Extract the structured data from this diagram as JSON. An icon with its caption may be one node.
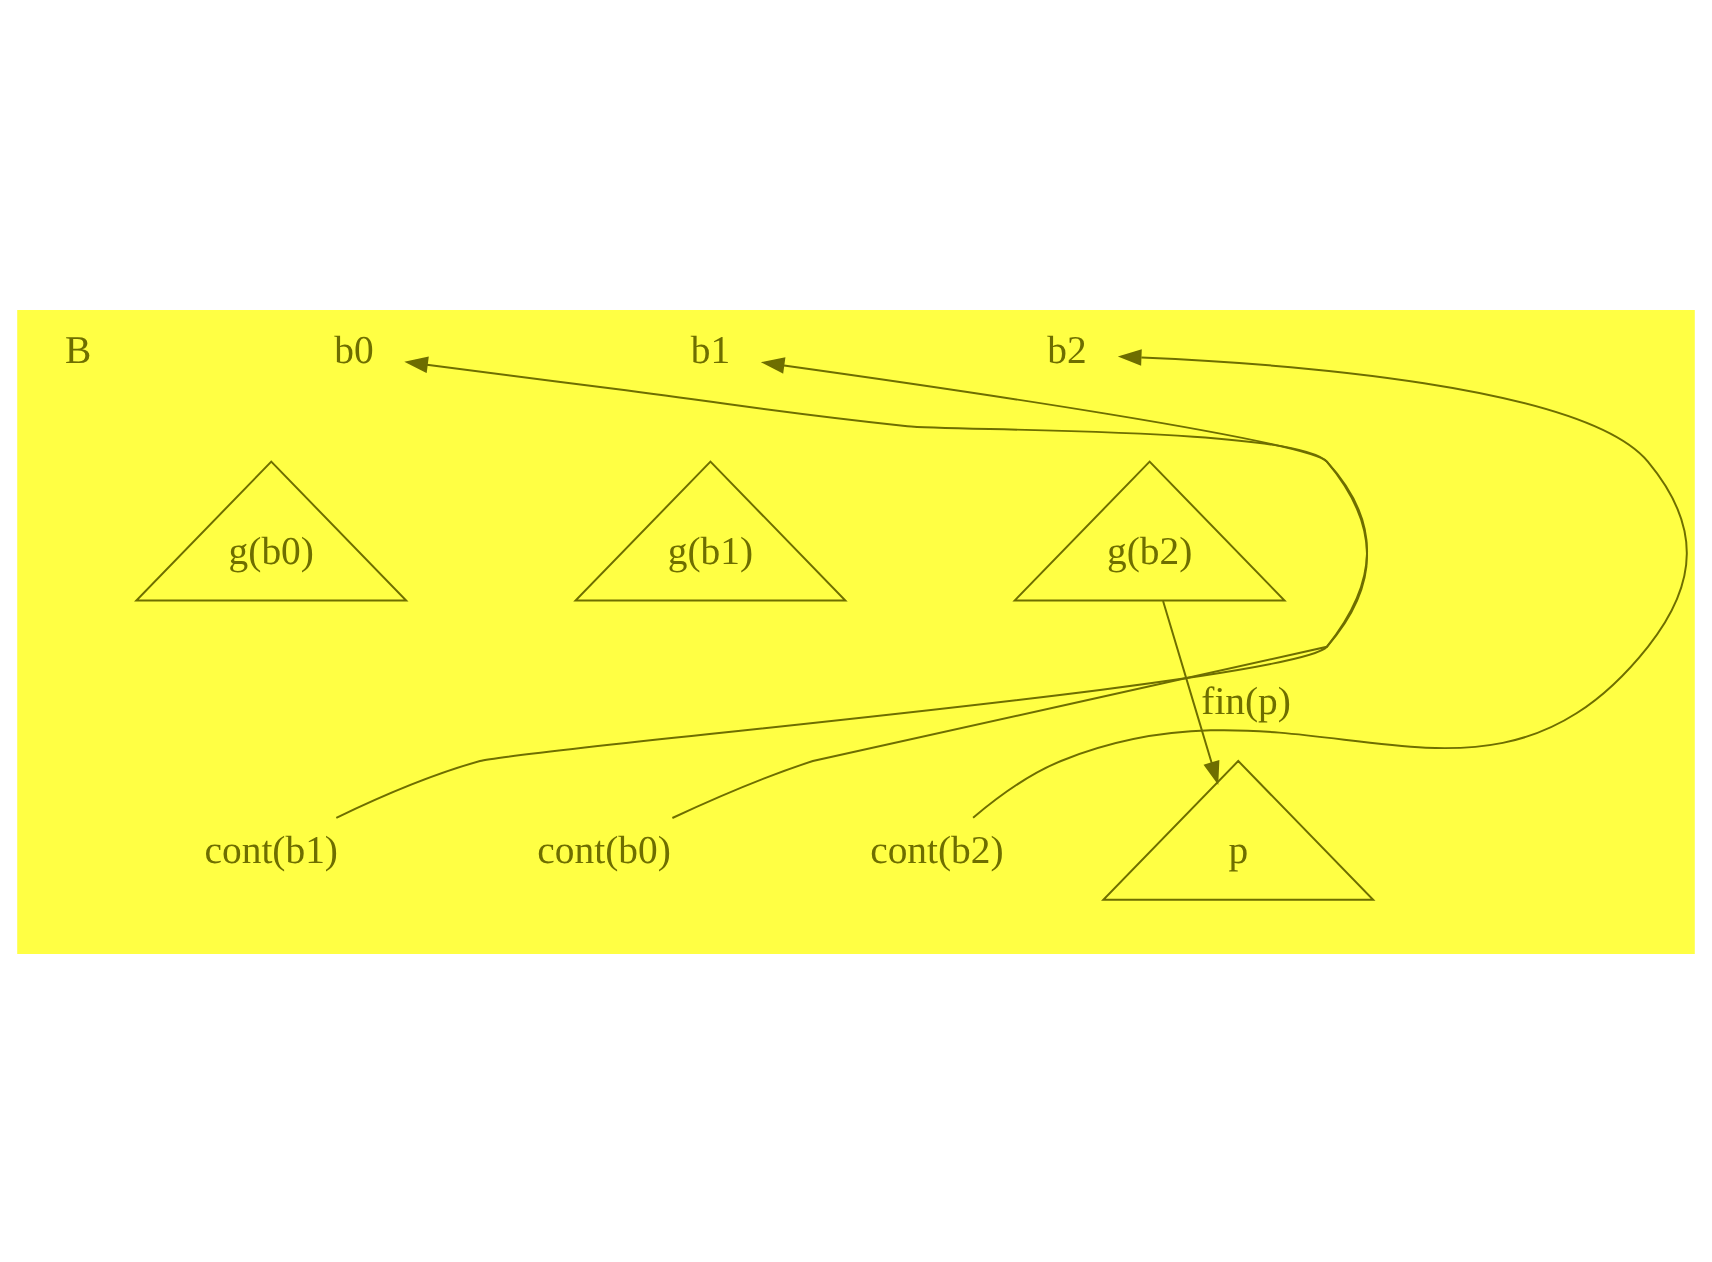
{
  "diagram": {
    "nodes": [
      {
        "text": [
          "b0"
        ]
      },
      {
        "text": [
          "b1"
        ]
      },
      {
        "text": [
          "b2"
        ]
      },
      {
        "text": [
          "g(b0)"
        ]
      },
      {
        "text": [
          "g(b1)"
        ]
      },
      {
        "text": [
          "g(b2)"
        ]
      },
      {
        "text": [
          "cont(b1)"
        ]
      },
      {
        "text": [
          "cont(b0)"
        ]
      },
      {
        "text": [
          "cont(b2)"
        ]
      },
      {
        "text": [
          "p"
        ]
      }
    ],
    "edges": [
      {
        "from": 6,
        "to": 1,
        "arrow": "to"
      },
      {
        "from": 7,
        "to": 0,
        "arrow": "to"
      },
      {
        "from": 8,
        "to": 2,
        "arrow": "to"
      },
      {
        "from": 5,
        "to": 9,
        "arrow": "to",
        "label": "fin(p)"
      }
    ],
    "labels": [
      "B"
    ]
  }
}
